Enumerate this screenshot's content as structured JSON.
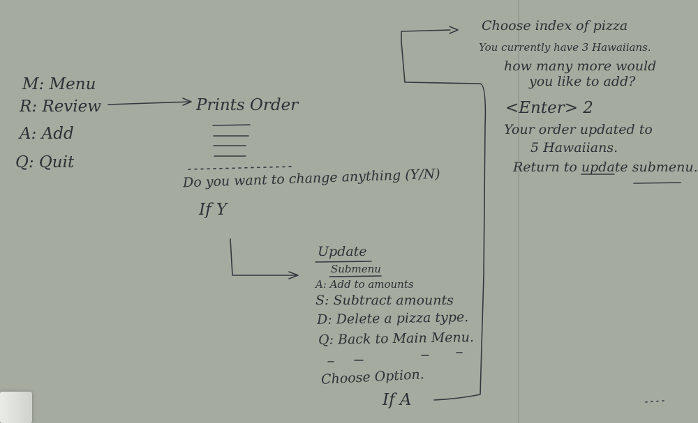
{
  "main_menu": {
    "m": "M: Menu",
    "r": "R: Review",
    "a": "A: Add",
    "q": "Q: Quit"
  },
  "review": {
    "prints_order": "Prints Order",
    "question": "Do you want to change anything (Y/N)",
    "if_y": "If Y"
  },
  "update": {
    "title": "Update",
    "subtitle": "Submenu",
    "opt_a": "A: Add to amounts",
    "opt_s": "S: Subtract amounts",
    "opt_d": "D: Delete a pizza type.",
    "opt_q": "Q: Back to Main Menu.",
    "choose": "Choose Option.",
    "if_a": "If A"
  },
  "add_flow": {
    "line1": "Choose index of pizza",
    "line2": "You currently have 3 Hawaiians.",
    "line3": "how many more would",
    "line4": "you like to add?",
    "line5": "<Enter> 2",
    "line6": "Your order updated to",
    "line7": "5 Hawaiians.",
    "line8": "Return to update submenu."
  }
}
